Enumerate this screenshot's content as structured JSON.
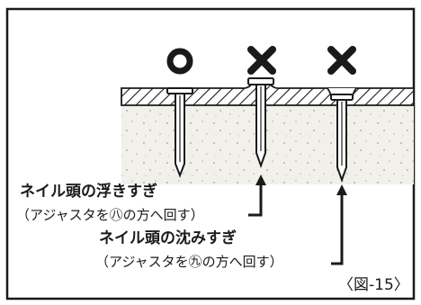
{
  "marks": [
    {
      "symbol": "○",
      "icon": "circle-ok-mark-icon",
      "meaning": "correct"
    },
    {
      "symbol": "×",
      "icon": "cross-ng-mark-icon",
      "meaning": "wrong"
    },
    {
      "symbol": "×",
      "icon": "cross-ng-mark-icon",
      "meaning": "wrong"
    }
  ],
  "callouts": [
    {
      "title": "ネイル頭の浮きすぎ",
      "note": "（アジャスタを㊇の方へ回す）"
    },
    {
      "title": "ネイル頭の沈みすぎ",
      "note": "（アジャスタを㊈の方へ回す）"
    }
  ],
  "caption": "〈図-15〉",
  "colors": {
    "ink": "#1a1a1a",
    "paper": "#ffffff",
    "board": "#f2f0ea"
  }
}
